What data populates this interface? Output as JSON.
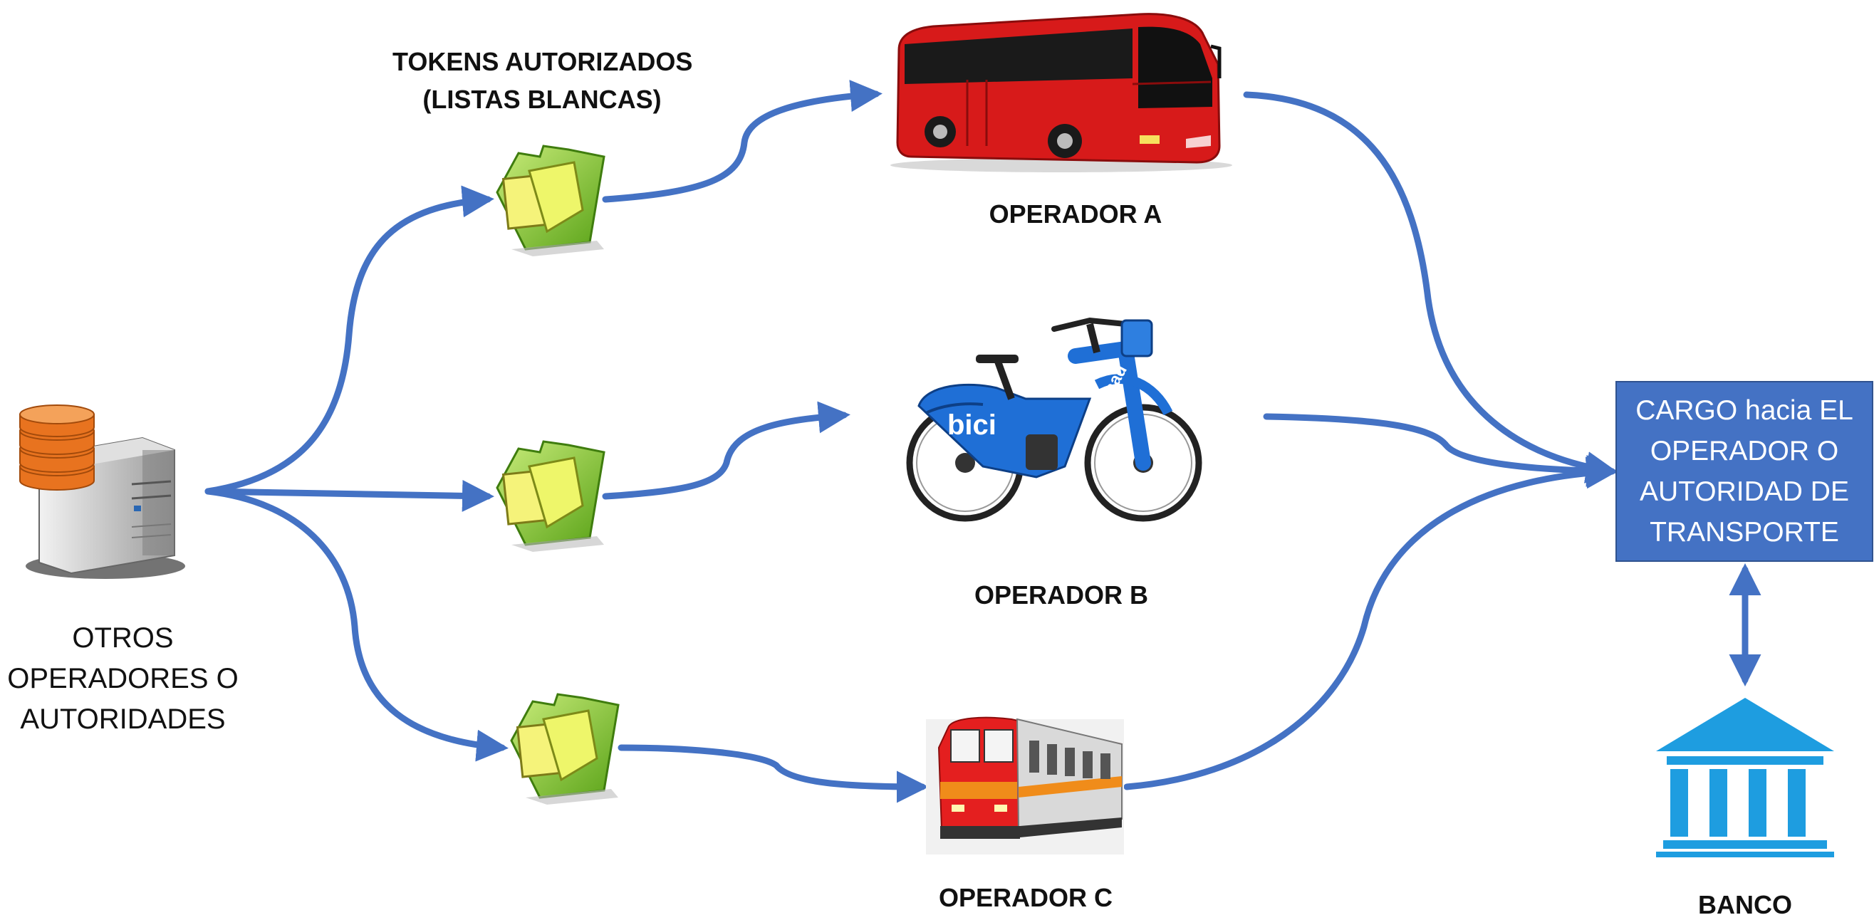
{
  "tokens_label": {
    "line1": "TOKENS AUTORIZADOS",
    "line2": "(LISTAS BLANCAS)"
  },
  "source_label": {
    "line1": "OTROS",
    "line2": "OPERADORES O",
    "line3": "AUTORIDADES"
  },
  "operators": [
    {
      "name": "OPERADOR A",
      "icon": "bus-icon"
    },
    {
      "name": "OPERADOR B",
      "icon": "bicycle-icon",
      "bike_text": "bici",
      "bike_brand": "bicimad"
    },
    {
      "name": "OPERADOR C",
      "icon": "train-icon"
    }
  ],
  "cargo_box": {
    "line1": "CARGO hacia EL",
    "line2": "OPERADOR O",
    "line3": "AUTORIDAD DE",
    "line4": "TRANSPORTE"
  },
  "bank_label": "BANCO",
  "colors": {
    "arrow": "#4472c4",
    "box": "#4472c4",
    "bank": "#1e9de0",
    "folder": "#8cc63f",
    "bus": "#d71a1a",
    "bike": "#1f6fd6"
  }
}
